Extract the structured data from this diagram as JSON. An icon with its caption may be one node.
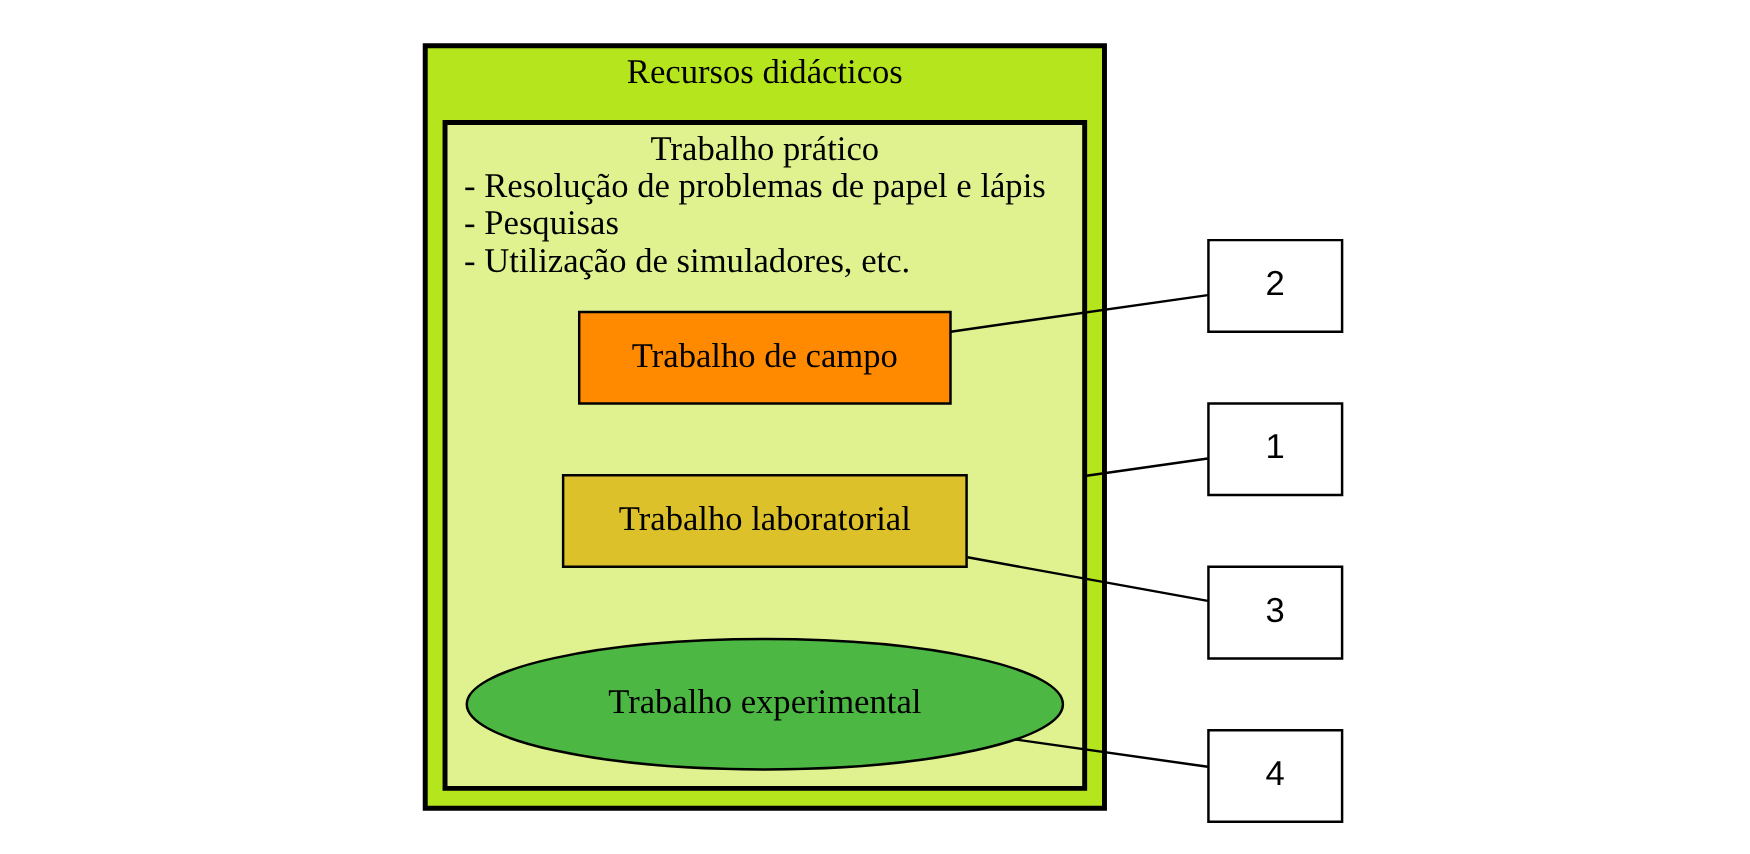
{
  "diagram": {
    "nodes": [
      {
        "text": [
          "Recursos didácticos"
        ]
      },
      {
        "text": [
          "Trabalho prático",
          "- Resolução de problemas de papel e lápis",
          "- Pesquisas",
          "- Utilização de simuladores, etc."
        ],
        "in": 0
      },
      {
        "text": [
          "Trabalho laboratorial"
        ],
        "in": 1
      },
      {
        "text": [
          "Trabalho de campo"
        ],
        "in": 1
      },
      {
        "text": [
          "Trabalho experimental"
        ],
        "in": 1
      },
      {
        "text": [
          "1"
        ]
      },
      {
        "text": [
          "2"
        ]
      },
      {
        "text": [
          "3"
        ]
      },
      {
        "text": [
          "4"
        ]
      }
    ],
    "edges": [
      {
        "from": 5,
        "to": 1,
        "arrow": "none"
      },
      {
        "from": 6,
        "to": 3,
        "arrow": "none"
      },
      {
        "from": 7,
        "to": 2,
        "arrow": "none"
      },
      {
        "from": 8,
        "to": 4,
        "arrow": "none"
      }
    ]
  }
}
